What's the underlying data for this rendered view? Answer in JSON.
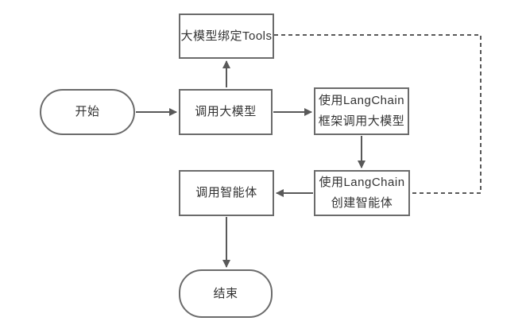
{
  "diagram": {
    "kind": "flowchart",
    "colors": {
      "background": "#ffffff",
      "node_border": "#6b6b6b",
      "arrow": "#595959",
      "dashed_line": "#595959",
      "text": "#333333"
    },
    "nodes": {
      "start": {
        "shape": "stadium",
        "label": "开始"
      },
      "bind_tools": {
        "shape": "rect",
        "label": "大模型绑定Tools"
      },
      "call_llm": {
        "shape": "rect",
        "label": "调用大模型"
      },
      "langchain_call": {
        "shape": "rect",
        "lines": [
          "使用LangChain",
          "框架调用大模型"
        ]
      },
      "langchain_agent": {
        "shape": "rect",
        "lines": [
          "使用LangChain",
          "创建智能体"
        ]
      },
      "call_agent": {
        "shape": "rect",
        "label": "调用智能体"
      },
      "end": {
        "shape": "stadium",
        "label": "结束"
      }
    },
    "edges": [
      {
        "from": "start",
        "to": "call_llm",
        "style": "solid",
        "arrowhead": true
      },
      {
        "from": "call_llm",
        "to": "bind_tools",
        "style": "solid",
        "arrowhead": true
      },
      {
        "from": "call_llm",
        "to": "langchain_call",
        "style": "solid",
        "arrowhead": true
      },
      {
        "from": "langchain_call",
        "to": "langchain_agent",
        "style": "solid",
        "arrowhead": true
      },
      {
        "from": "langchain_agent",
        "to": "call_agent",
        "style": "solid",
        "arrowhead": true
      },
      {
        "from": "call_agent",
        "to": "end",
        "style": "solid",
        "arrowhead": true
      },
      {
        "from": "bind_tools",
        "to": "langchain_agent",
        "style": "dashed",
        "arrowhead": false
      }
    ]
  }
}
